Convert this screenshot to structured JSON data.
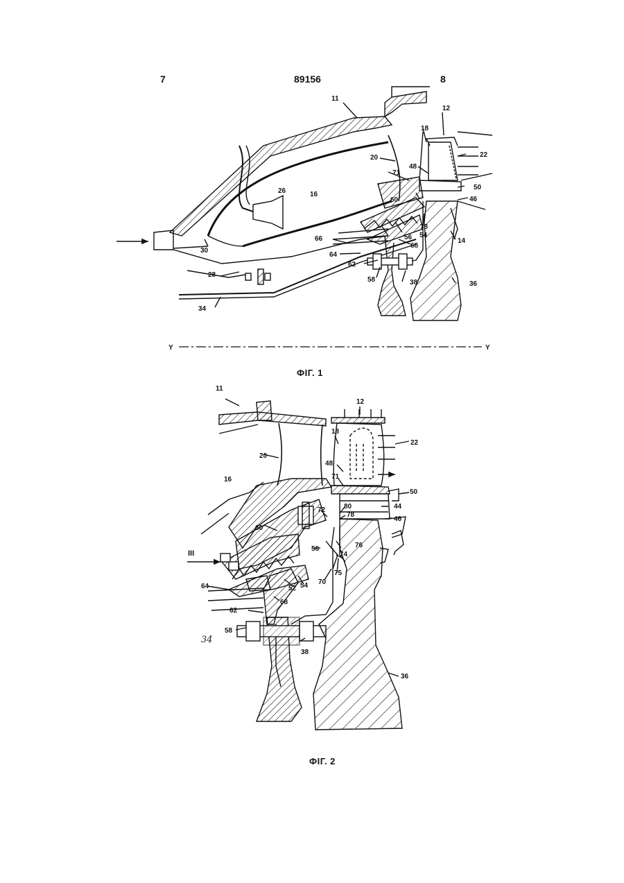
{
  "header": {
    "page_left": "7",
    "doc_number": "89156",
    "page_right": "8"
  },
  "figure1": {
    "caption": "ФІГ. 1",
    "axis_left": "Y",
    "axis_right": "Y",
    "labels": [
      "11",
      "12",
      "18",
      "22",
      "20",
      "71",
      "48",
      "50",
      "26",
      "16",
      "60",
      "46",
      "54",
      "56",
      "78",
      "14",
      "66",
      "30",
      "64",
      "68",
      "62",
      "28",
      "58",
      "38",
      "36",
      "34"
    ]
  },
  "figure2": {
    "caption": "ФІГ. 2",
    "arrow_label": "III",
    "labels": [
      "11",
      "12",
      "18",
      "22",
      "20",
      "48",
      "16",
      "71",
      "50",
      "72",
      "80",
      "78",
      "44",
      "46",
      "60",
      "56",
      "74",
      "76",
      "75",
      "70",
      "52",
      "54",
      "64",
      "68",
      "62",
      "58",
      "38",
      "36"
    ],
    "handwritten": "34"
  }
}
